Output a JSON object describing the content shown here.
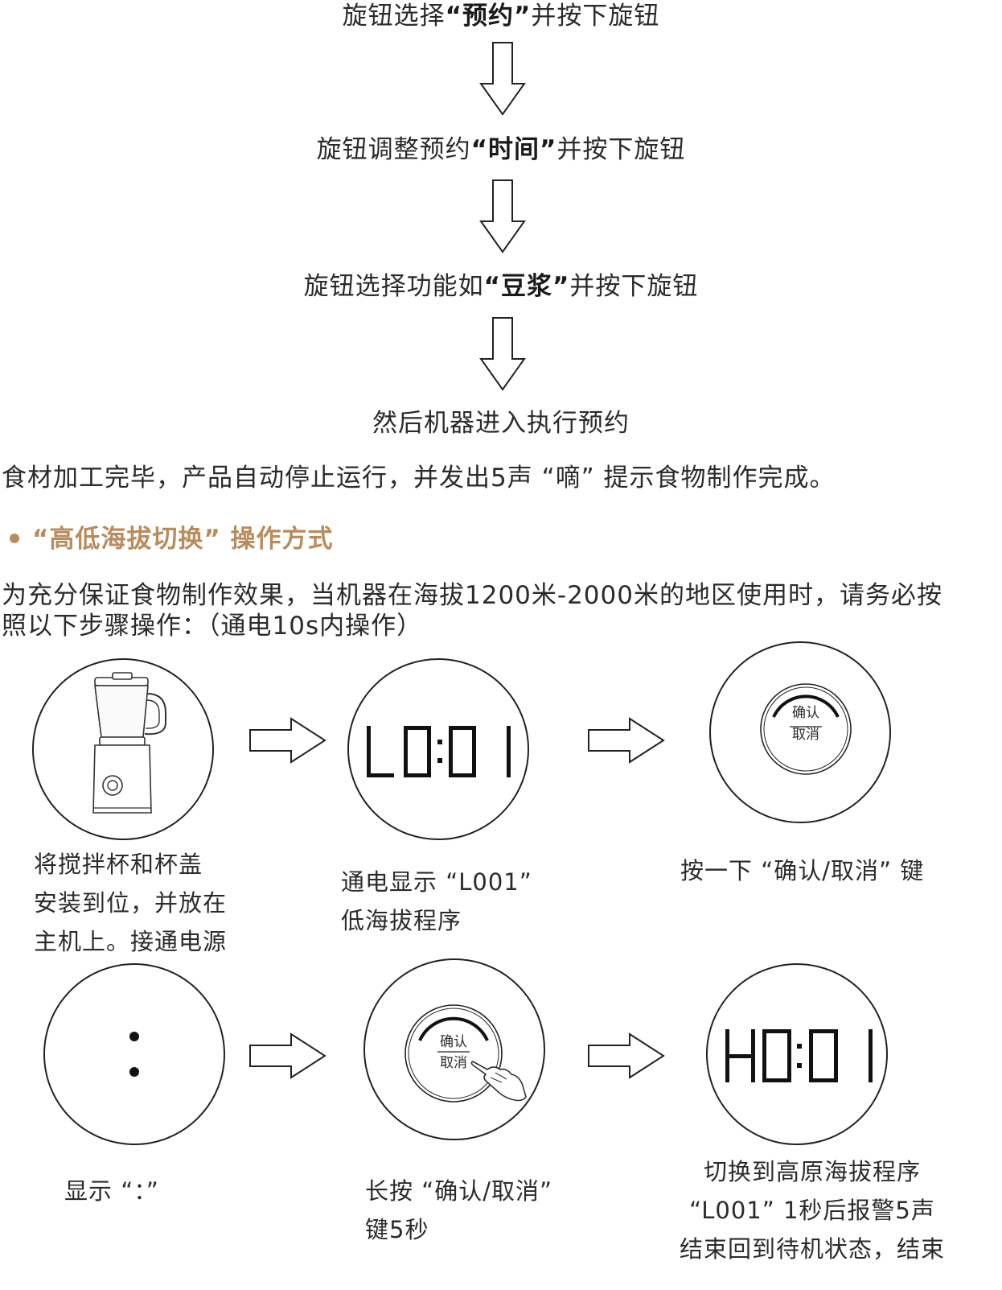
{
  "flow": {
    "step1": {
      "pre": "旋钮选择",
      "em": "“预约”",
      "post": "并按下旋钮"
    },
    "step2": {
      "pre": "旋钮调整预约",
      "em": "“时间”",
      "post": "并按下旋钮"
    },
    "step3": {
      "pre": "旋钮选择功能如",
      "em": "“豆浆”",
      "post": "并按下旋钮"
    },
    "step4": "然后机器进入执行预约"
  },
  "completion_text": "食材加工完毕，产品自动停止运行，并发出5声 “嘀” 提示食物制作完成。",
  "section_title": "“高低海拔切换” 操作方式",
  "intro": {
    "line1": "为充分保证食物制作效果，当机器在海拔1200米-2000米的地区使用时，请务必按",
    "line2": "照以下步骤操作：（通电10s内操作）"
  },
  "steps": [
    {
      "caption": [
        "将搅拌杯和杯盖",
        "安装到位，并放在",
        "主机上。接通电源"
      ]
    },
    {
      "display": "L0:01",
      "caption": [
        "通电显示 “L001”",
        "低海拔程序"
      ]
    },
    {
      "button_label_top": "确认",
      "button_label_bottom": "取消",
      "caption": [
        "按一下 “确认/取消” 键"
      ]
    },
    {
      "display": ":",
      "caption": [
        "显示 “：”"
      ]
    },
    {
      "button_label_top": "确认",
      "button_label_bottom": "取消",
      "caption": [
        "长按 “确认/取消”",
        "键5秒"
      ]
    },
    {
      "display": "H0:01",
      "caption": [
        "切换到高原海拔程序",
        "“L001” 1秒后报警5声",
        "结束回到待机状态，结束"
      ]
    }
  ],
  "colors": {
    "accent": "#b88c5c",
    "text": "#2b2b2b",
    "line": "#222222"
  },
  "icons": [
    "down-arrow-icon",
    "right-arrow-icon",
    "blender-icon",
    "hand-pointer-icon"
  ]
}
